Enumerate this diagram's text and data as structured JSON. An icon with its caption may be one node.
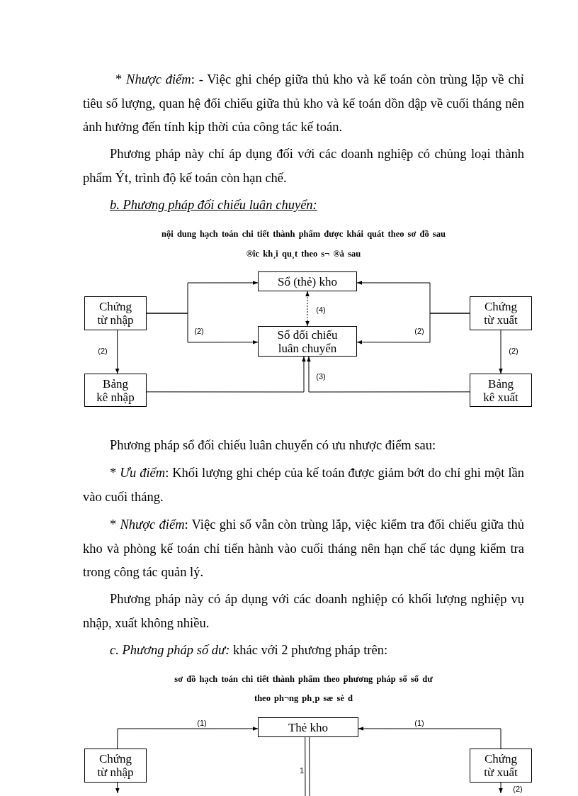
{
  "diagram": {
    "nodes": [
      {
        "text": [
          "Sổ (thẻ) kho"
        ]
      },
      {
        "text": [
          "Chứng từ nhập"
        ]
      },
      {
        "text": [
          "Sổ đối chiếu luân chuyển"
        ]
      },
      {
        "text": [
          "Chứng từ xuất"
        ]
      },
      {
        "text": [
          "Bảng kê nhập"
        ]
      },
      {
        "text": [
          "Bảng kê xuất"
        ]
      },
      {
        "text": [
          "Thẻ kho"
        ]
      },
      {
        "text": [
          "Chứng từ nhập"
        ]
      },
      {
        "text": [
          "Chứng từ xuất"
        ]
      }
    ],
    "edges": [
      {
        "from": 1,
        "to": 0,
        "arrow": "to"
      },
      {
        "from": 1,
        "to": 2,
        "arrow": "to",
        "label": "(2)"
      },
      {
        "from": 3,
        "to": 0,
        "arrow": "to"
      },
      {
        "from": 3,
        "to": 2,
        "arrow": "to",
        "label": "(2)"
      },
      {
        "from": 0,
        "to": 2,
        "arrow": "both",
        "style": "dashed",
        "label": "(4)"
      },
      {
        "from": 1,
        "to": 4,
        "arrow": "to",
        "label": "(2)"
      },
      {
        "from": 3,
        "to": 5,
        "arrow": "to",
        "label": "(2)"
      },
      {
        "from": 4,
        "to": 2,
        "arrow": "to",
        "label": "(3)"
      },
      {
        "from": 5,
        "to": 2,
        "arrow": "to"
      },
      {
        "from": 7,
        "to": 6,
        "arrow": "to",
        "label": "(1)"
      },
      {
        "from": 8,
        "to": 6,
        "arrow": "to",
        "label": "(1)"
      },
      {
        "from": 7,
        "to": null,
        "arrow": "to"
      },
      {
        "from": 8,
        "to": null,
        "arrow": "to",
        "label": "(2)"
      },
      {
        "from": 6,
        "to": null,
        "arrow": "none",
        "label": "1"
      }
    ],
    "labels": [
      "* *Nhược điểm*: - Việc ghi chép giữa thủ kho và kế toán còn trùng lặp về chỉ tiêu số lượng, quan hệ đối chiếu giữa thủ kho và kế toán dồn dập về cuối tháng nên ảnh hưởng đến tính kịp thời của công tác kế toán.",
      "Phương pháp này chỉ áp dụng đối với các doanh nghiệp có chủng loại thành phẩm Ýt, trình độ kế toán còn hạn chế.",
      "b. Phương pháp đối chiếu luân chuyển:",
      "nội dung hạch toán chi tiết thành phẩm được khái quát theo sơ đồ sau",
      "®îc kh¸i qu¸t theo s¬ ®å sau",
      "Phương pháp sổ đối chiếu luân chuyển có ưu nhược điểm sau:",
      "* *Ưu điểm*: Khối lượng ghi chép của kế toán được giảm bớt do chỉ ghi một lần vào cuối tháng.",
      "* *Nhược điểm*: Việc ghi sổ vẫn còn trùng lắp, việc kiểm tra đối chiếu giữa thủ kho và phòng kế toán chỉ tiến hành vào cuối tháng nên hạn chế tác dụng kiểm tra trong công tác quản lý.",
      "Phương pháp này có áp dụng với các doanh nghiệp có khối lượng nghiệp vụ nhập, xuất không nhiều.",
      "*c. Phương pháp số dư:* khác với 2 phương pháp trên:",
      "sơ đồ hạch toán chi tiết thành phẩm theo phương pháp sổ số dư",
      "theo ph¬ng ph¸p sæ sè d"
    ]
  }
}
